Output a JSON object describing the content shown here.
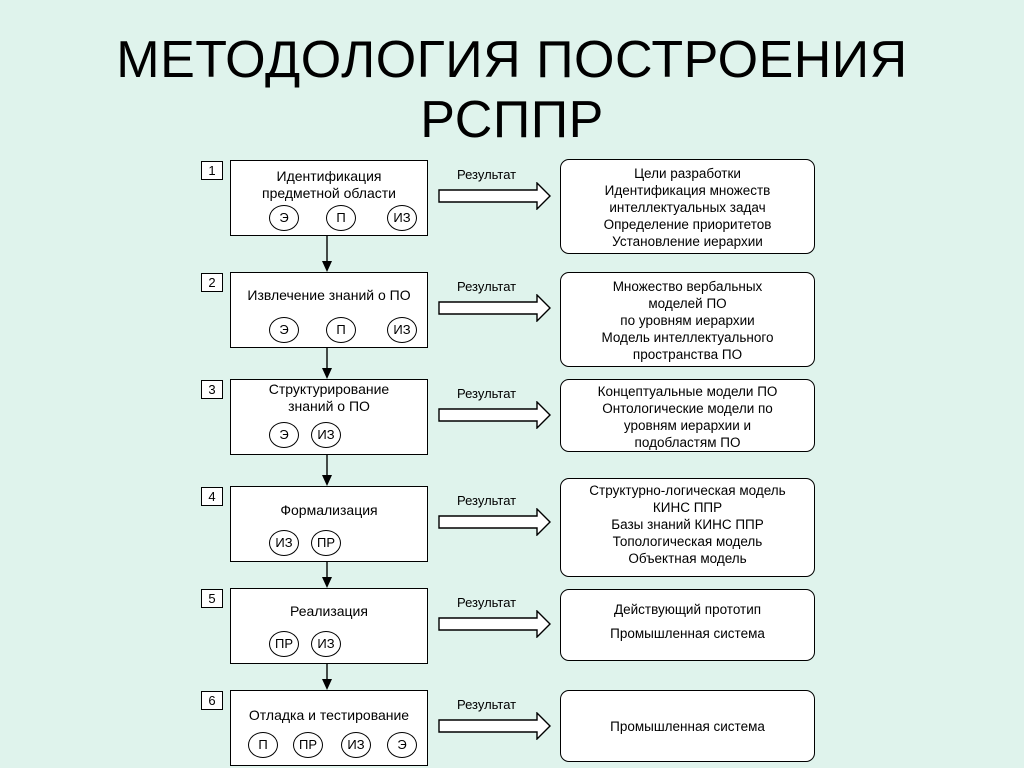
{
  "title": {
    "line1": "МЕТОДОЛОГИЯ ПОСТРОЕНИЯ",
    "line2": "РСППР"
  },
  "result_label": "Результат",
  "stages": [
    {
      "number": "1",
      "label_lines": [
        "Идентификация",
        "предметной области"
      ],
      "participants": [
        "Э",
        "П",
        "ИЗ"
      ],
      "result_lines": [
        "Цели разработки",
        "Идентификация множеств",
        "интеллектуальных задач",
        "Определение приоритетов",
        "Установление иерархии"
      ]
    },
    {
      "number": "2",
      "label_lines": [
        "Извлечение знаний о ПО"
      ],
      "participants": [
        "Э",
        "П",
        "ИЗ"
      ],
      "result_lines": [
        "Множество вербальных",
        "моделей ПО",
        "по уровням иерархии",
        "Модель интеллектуального",
        "пространства ПО"
      ]
    },
    {
      "number": "3",
      "label_lines": [
        "Структурирование",
        "знаний о ПО"
      ],
      "participants": [
        "Э",
        "ИЗ"
      ],
      "result_lines": [
        "Концептуальные модели ПО",
        "Онтологические модели по",
        "уровням иерархии и",
        "подобластям ПО"
      ]
    },
    {
      "number": "4",
      "label_lines": [
        "Формализация"
      ],
      "participants": [
        "ИЗ",
        "ПР"
      ],
      "result_lines": [
        "Структурно-логическая модель",
        "КИНС ППР",
        "Базы знаний КИНС ППР",
        "Топологическая модель",
        "Объектная модель"
      ]
    },
    {
      "number": "5",
      "label_lines": [
        "Реализация"
      ],
      "participants": [
        "ПР",
        "ИЗ"
      ],
      "result_lines": [
        "Действующий прототип",
        "",
        "Промышленная система"
      ]
    },
    {
      "number": "6",
      "label_lines": [
        "Отладка и тестирование"
      ],
      "participants": [
        "П",
        "ПР",
        "ИЗ",
        "Э"
      ],
      "result_lines": [
        "Промышленная система"
      ]
    }
  ]
}
